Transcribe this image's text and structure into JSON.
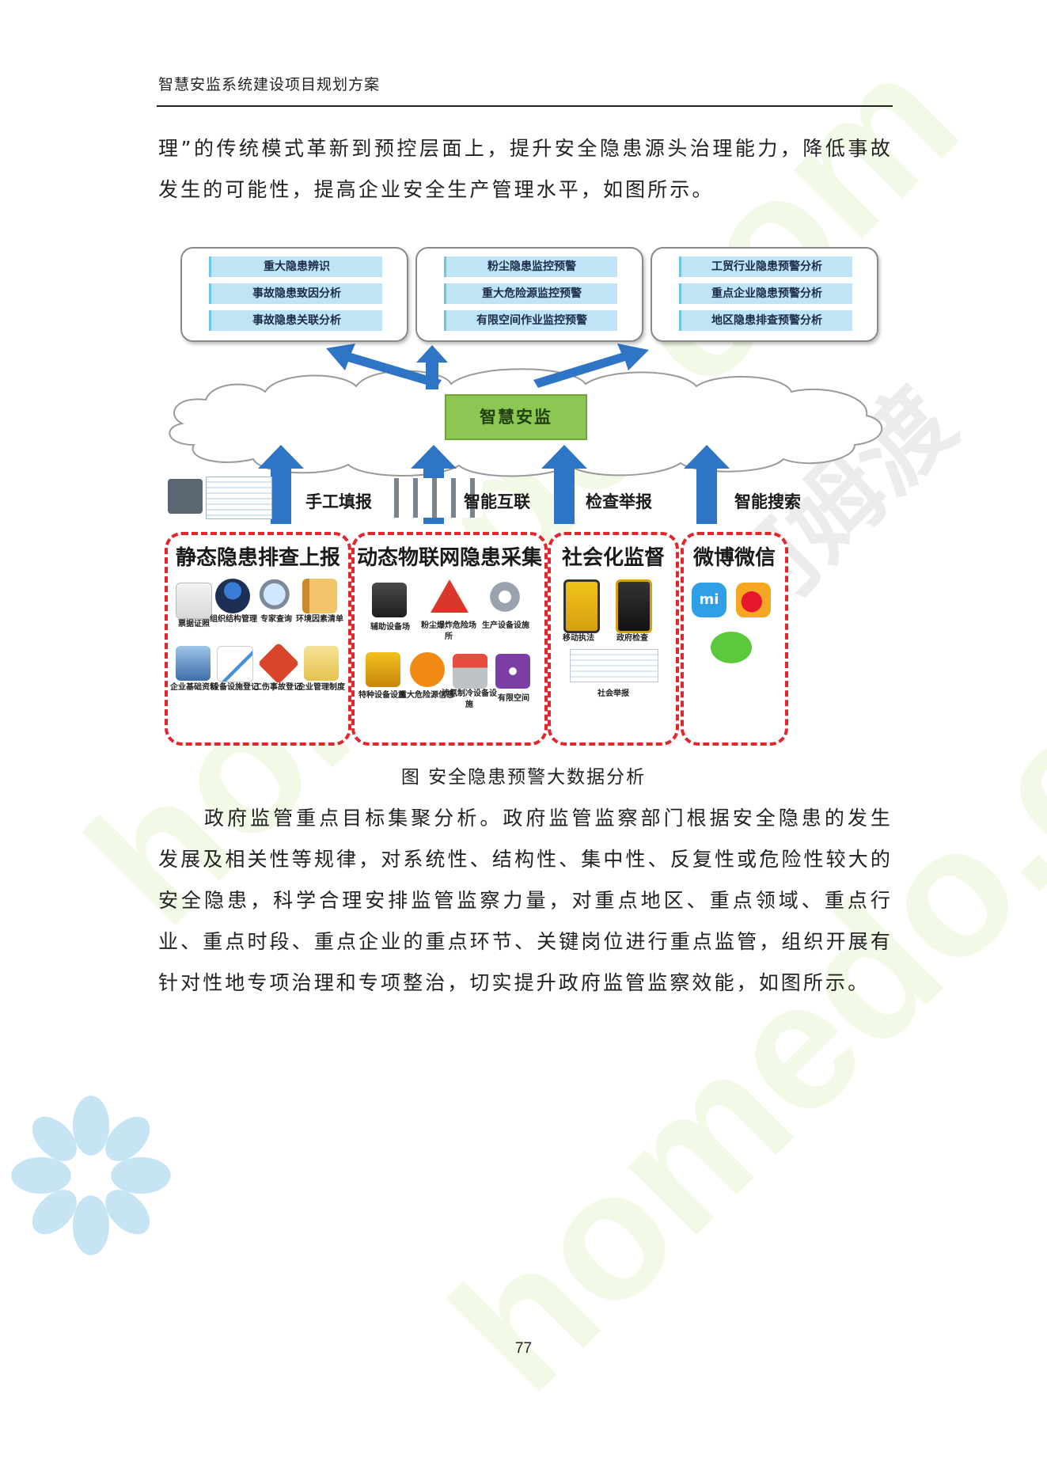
{
  "header": {
    "title": "智慧安监系统建设项目规划方案"
  },
  "paragraphs": {
    "intro": "理”的传统模式革新到预控层面上，提升安全隐患源头治理能力，降低事故发生的可能性，提高企业安全生产管理水平，如图所示。",
    "body": "政府监管重点目标集聚分析。政府监管监察部门根据安全隐患的发生发展及相关性等规律，对系统性、结构性、集中性、反复性或危险性较大的安全隐患，科学合理安排监管监察力量，对重点地区、重点领域、重点行业、重点时段、重点企业的重点环节、关键岗位进行重点监管，组织开展有针对性地专项治理和专项整治，切实提升政府监管监察效能，如图所示。"
  },
  "diagram": {
    "top_groups": [
      {
        "items": [
          "重大隐患辨识",
          "事故隐患致因分析",
          "事故隐患关联分析"
        ]
      },
      {
        "items": [
          "粉尘隐患监控预警",
          "重大危险源监控预警",
          "有限空间作业监控预警"
        ]
      },
      {
        "items": [
          "工贸行业隐患预警分析",
          "重点企业隐患预警分析",
          "地区隐患排查预警分析"
        ]
      }
    ],
    "center_label": "智慧安监",
    "arrow_labels": [
      "手工填报",
      "智能互联",
      "检查举报",
      "智能搜索"
    ],
    "sources": [
      {
        "title": "静态隐患排查上报",
        "icons": [
          "票据证照",
          "组织结构管理",
          "专家查询",
          "环境因素清单",
          "企业基础资料",
          "设备设施登记",
          "工伤事故登记",
          "企业管理制度"
        ]
      },
      {
        "title": "动态物联网隐患采集",
        "icons": [
          "辅助设备场",
          "粉尘爆炸危险场所",
          "生产设备设施",
          "特种设备设施",
          "重大危险源信息",
          "涉氨制冷设备设施",
          "有限空间"
        ]
      },
      {
        "title": "社会化监督",
        "icons": [
          "移动执法",
          "政府检查",
          "社会举报"
        ]
      },
      {
        "title": "微博微信",
        "icons": [
          "mi"
        ]
      }
    ],
    "caption": "图 安全隐患预警大数据分析"
  },
  "page_number": "77",
  "colors": {
    "accent_blue": "#2f75c6",
    "center_green": "#8cc653",
    "dash_red": "#e2262b",
    "item_fill": "#bfe4f5"
  }
}
